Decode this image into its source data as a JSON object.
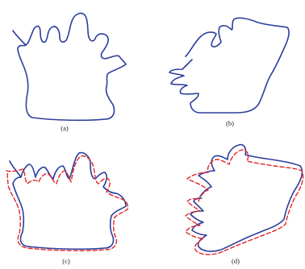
{
  "figure": {
    "panels": [
      {
        "id": "a",
        "caption": "(a)",
        "overlay": false
      },
      {
        "id": "b",
        "caption": "(b)",
        "overlay": false
      },
      {
        "id": "c",
        "caption": "(c)",
        "overlay": true
      },
      {
        "id": "d",
        "caption": "(d)",
        "overlay": true
      }
    ],
    "colors": {
      "contour": "#2c3e9c",
      "comparison": "#e0262a"
    },
    "styles": {
      "contour": "solid",
      "comparison": "dashed"
    }
  }
}
